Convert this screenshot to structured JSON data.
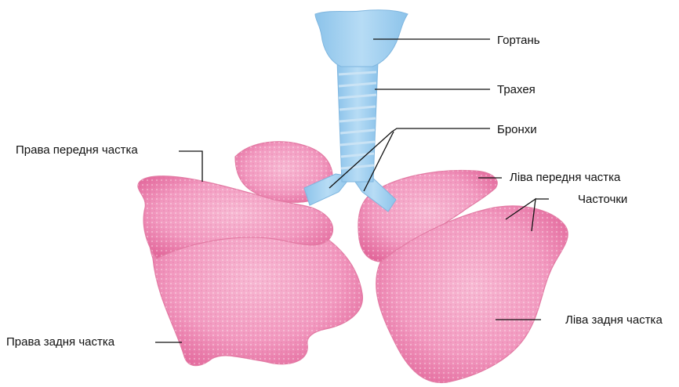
{
  "labels": {
    "larynx": "Гортань",
    "trachea": "Трахея",
    "bronchi": "Бронхи",
    "right_upper_lobe": "Права передня частка",
    "left_upper_lobe": "Ліва передня частка",
    "lobules": "Часточки",
    "right_lower_lobe": "Права задня частка",
    "left_lower_lobe": "Ліва задня частка"
  },
  "colors": {
    "lung_fill": "#f29ac0",
    "lung_edge": "#e2669a",
    "airway_fill": "#a9d4f2",
    "leader_line": "#111111",
    "text": "#111111"
  }
}
